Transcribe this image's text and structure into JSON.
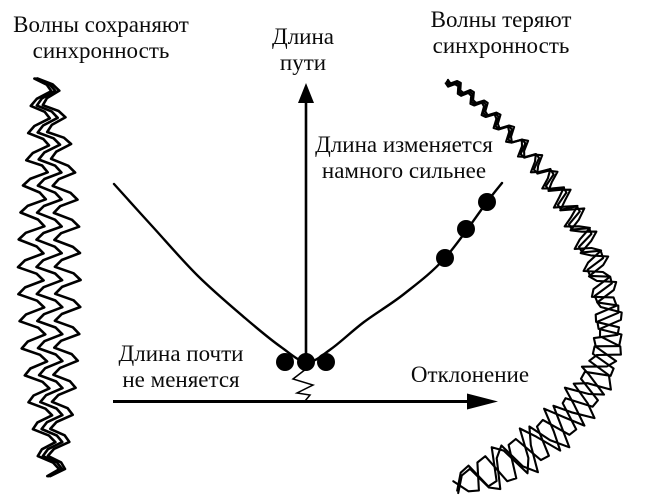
{
  "captions": {
    "left": {
      "line1": "Волны сохраняют",
      "line2": "синхронность"
    },
    "right": {
      "line1": "Волны теряют",
      "line2": "синхронность"
    }
  },
  "axes": {
    "y_label": {
      "line1": "Длина",
      "line2": "пути"
    },
    "x_label": "Отклонение"
  },
  "annotations": {
    "upper": {
      "line1": "Длина изменяется",
      "line2": "намного сильнее"
    },
    "lower": {
      "line1": "Длина почти",
      "line2": "не меняется"
    }
  },
  "colors": {
    "ink": "#000000",
    "background": "#ffffff"
  },
  "figure": {
    "curve_points": [
      [
        114,
        184
      ],
      [
        152,
        226
      ],
      [
        198,
        276
      ],
      [
        245,
        318
      ],
      [
        281,
        347
      ],
      [
        307,
        362
      ],
      [
        331,
        349
      ],
      [
        364,
        322
      ],
      [
        404,
        294
      ],
      [
        445,
        258
      ],
      [
        487,
        202
      ],
      [
        502,
        183
      ]
    ],
    "vertex_dots": [
      [
        285,
        362
      ],
      [
        306,
        362
      ],
      [
        326,
        362
      ]
    ],
    "branch_dots": [
      [
        445,
        258
      ],
      [
        466,
        229
      ],
      [
        487,
        202
      ]
    ]
  }
}
